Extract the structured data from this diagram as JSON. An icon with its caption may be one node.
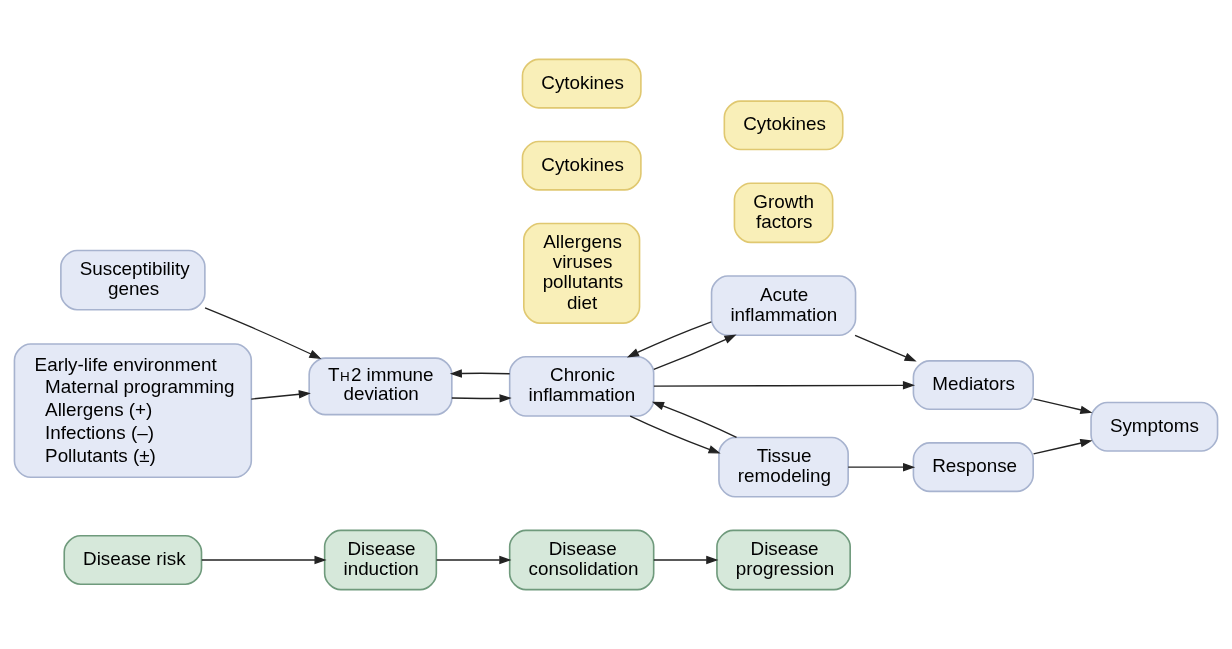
{
  "diagram": {
    "nodes": [
      {
        "text": [
          "Disease risk"
        ]
      },
      {
        "text": [
          "Disease induction"
        ]
      },
      {
        "text": [
          "Disease consolidation"
        ]
      },
      {
        "text": [
          "Disease progression"
        ]
      },
      {
        "text": [
          "Acute inflammation"
        ]
      },
      {
        "text": [
          "Mediators"
        ]
      },
      {
        "text": [
          "Allergens viruses pollutants diet"
        ]
      },
      {
        "text": [
          "Symptoms"
        ]
      },
      {
        "text": [
          "Susceptibility genes"
        ]
      },
      {
        "text": [
          "Cytokines"
        ]
      },
      {
        "text": [
          "Growth factors"
        ]
      },
      {
        "text": [
          "T$_{H}$2 immune deviation"
        ]
      },
      {
        "text": [
          "Chronic inflammation"
        ]
      },
      {
        "text": [
          "Tissue remodeling"
        ]
      },
      {
        "text": [
          "Response"
        ]
      },
      {
        "text": [
          "Cytokines"
        ]
      },
      {
        "text": [
          "Cytokines"
        ]
      },
      {
        "text": [
          "Early-life environment",
          "Maternal programming",
          "Allergens (+)",
          "Infections (–)",
          "Pollutants (±)"
        ]
      }
    ],
    "edges": [
      {
        "from": 0,
        "to": 1,
        "arrow": "to"
      },
      {
        "from": 1,
        "to": 2,
        "arrow": "to"
      },
      {
        "from": 2,
        "to": 3,
        "arrow": "to"
      },
      {
        "from": 8,
        "to": 11,
        "arrow": "to"
      },
      {
        "from": 17,
        "to": 11,
        "arrow": "to"
      },
      {
        "from": 11,
        "to": 12,
        "arrow": "to"
      },
      {
        "from": 12,
        "to": 11,
        "arrow": "to"
      },
      {
        "from": 12,
        "to": 4,
        "arrow": "to"
      },
      {
        "from": 4,
        "to": 12,
        "arrow": "to"
      },
      {
        "from": 4,
        "to": 5,
        "arrow": "to"
      },
      {
        "from": 12,
        "to": 5,
        "arrow": "to"
      },
      {
        "from": 12,
        "to": 13,
        "arrow": "to"
      },
      {
        "from": 13,
        "to": 12,
        "arrow": "to"
      },
      {
        "from": 13,
        "to": 14,
        "arrow": "to"
      },
      {
        "from": 14,
        "to": 7,
        "arrow": "to"
      },
      {
        "from": 5,
        "to": 7,
        "arrow": "to"
      }
    ]
  }
}
